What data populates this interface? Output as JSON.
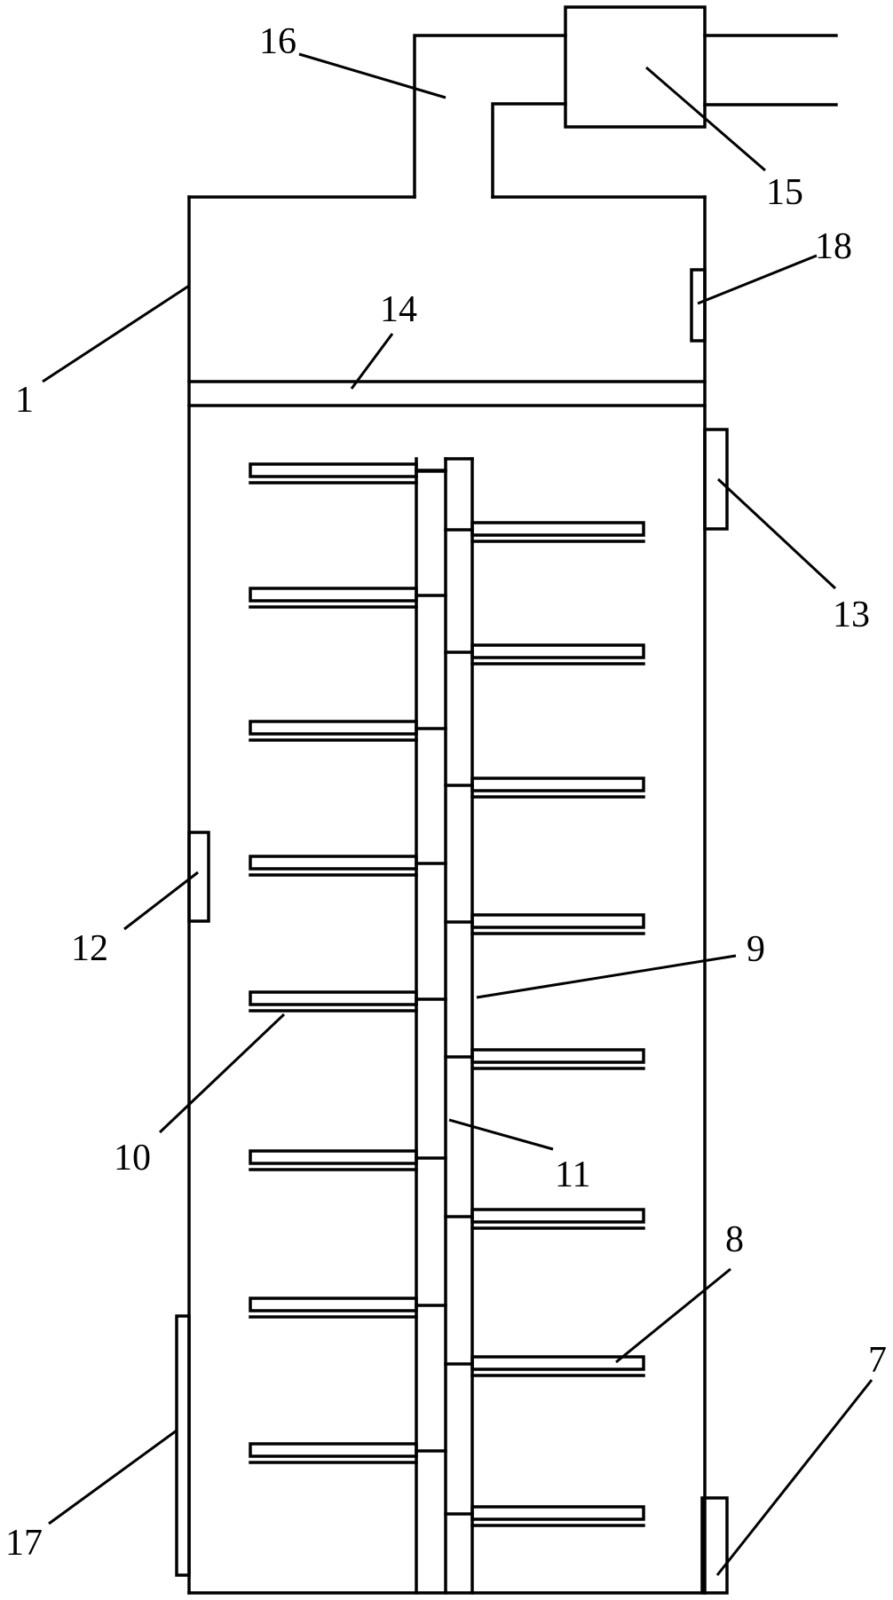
{
  "labels": {
    "l1": "1",
    "l7": "7",
    "l8": "8",
    "l9": "9",
    "l10": "10",
    "l11": "11",
    "l12": "12",
    "l13": "13",
    "l14": "14",
    "l15": "15",
    "l16": "16",
    "l17": "17",
    "l18": "18"
  }
}
